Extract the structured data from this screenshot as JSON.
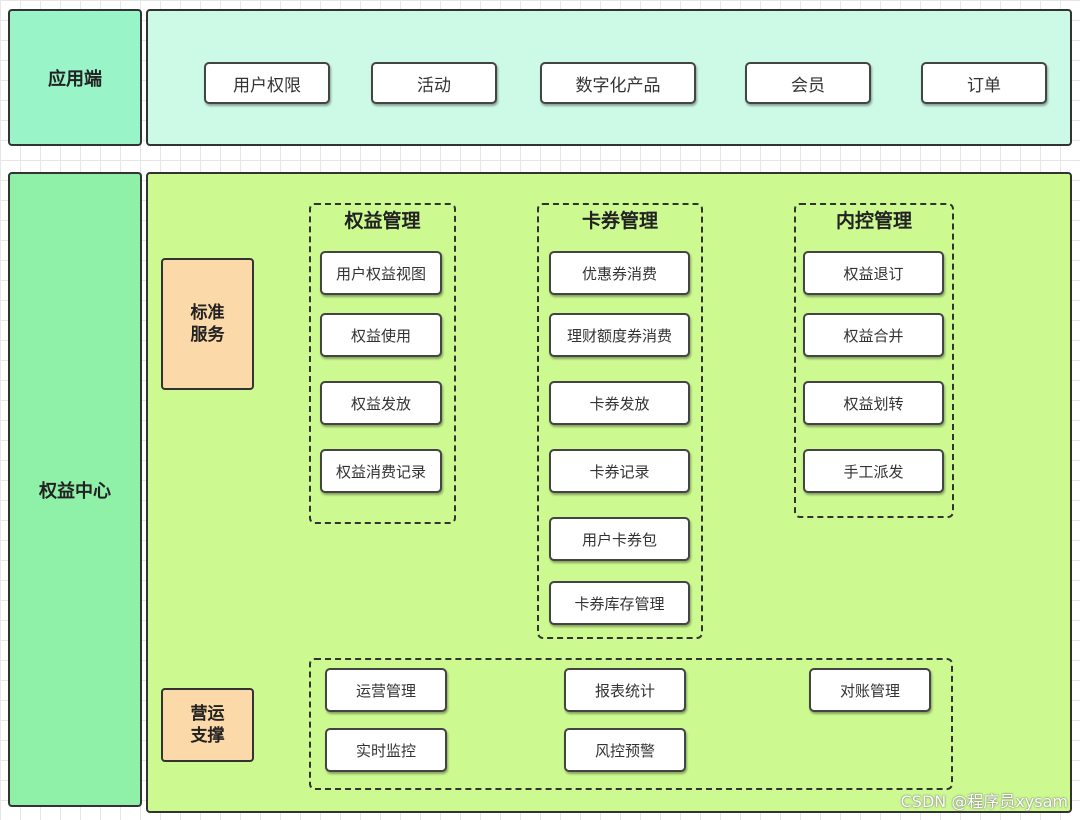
{
  "app_layer": {
    "label": "应用端",
    "items": [
      "用户权限",
      "活动",
      "数字化产品",
      "会员",
      "订单"
    ]
  },
  "center": {
    "label": "权益中心",
    "standard": {
      "label": "标准\n服务",
      "groups": [
        {
          "title": "权益管理",
          "items": [
            "用户权益视图",
            "权益使用",
            "权益发放",
            "权益消费记录"
          ]
        },
        {
          "title": "卡券管理",
          "items": [
            "优惠券消费",
            "理财额度券消费",
            "卡券发放",
            "卡券记录",
            "用户卡券包",
            "卡券库存管理"
          ]
        },
        {
          "title": "内控管理",
          "items": [
            "权益退订",
            "权益合并",
            "权益划转",
            "手工派发"
          ]
        }
      ]
    },
    "ops": {
      "label": "营运\n支撑",
      "items": [
        "运营管理",
        "报表统计",
        "对账管理",
        "实时监控",
        "风控预警"
      ]
    }
  },
  "watermark": "CSDN @程序员xysam"
}
